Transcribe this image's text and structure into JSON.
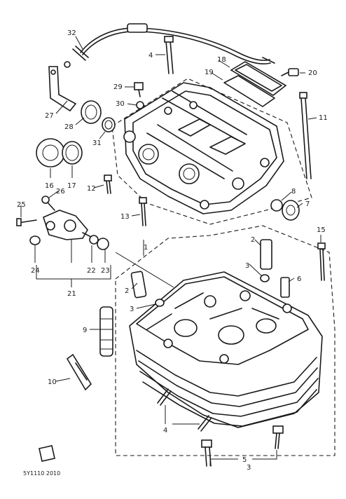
{
  "labels": {
    "l1": "1",
    "l2a": "2",
    "l2b": "2",
    "l3a": "3",
    "l3b": "3",
    "l3c": "3",
    "l4a": "4",
    "l4b": "4",
    "l5": "5",
    "l6": "6",
    "l7": "7",
    "l8": "8",
    "l9": "9",
    "l10": "10",
    "l11": "11",
    "l12": "12",
    "l13": "13",
    "l15": "15",
    "l16": "16",
    "l17": "17",
    "l18": "18",
    "l19": "19",
    "l20": "20",
    "l21": "21",
    "l22": "22",
    "l23": "23",
    "l24": "24",
    "l25": "25",
    "l26": "26",
    "l27": "27",
    "l28": "28",
    "l29": "29",
    "l30": "30",
    "l31": "31",
    "l32": "32"
  },
  "footer": {
    "code": "5Y1110 2010"
  }
}
